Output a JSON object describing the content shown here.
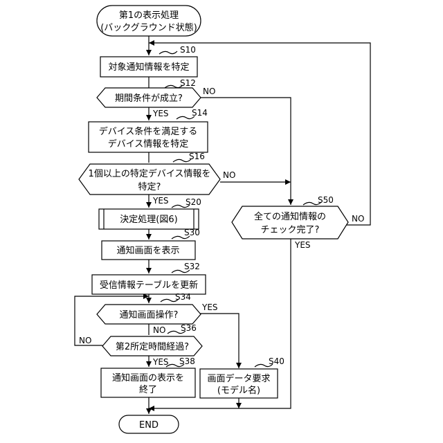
{
  "start": {
    "line1": "第1の表示処理",
    "line2": "(バックグラウンド状態)"
  },
  "steps": {
    "s10": {
      "label": "S10",
      "text": "対象通知情報を特定"
    },
    "s12": {
      "label": "S12",
      "text": "期間条件が成立?"
    },
    "s14": {
      "label": "S14",
      "line1": "デバイス条件を満足する",
      "line2": "デバイス情報を特定"
    },
    "s16": {
      "label": "S16",
      "line1": "1個以上の特定デバイス情報を",
      "line2": "特定?"
    },
    "s20": {
      "label": "S20",
      "text": "決定処理(図6)"
    },
    "s30": {
      "label": "S30",
      "text": "通知画面を表示"
    },
    "s32": {
      "label": "S32",
      "text": "受信情報テーブルを更新"
    },
    "s34": {
      "label": "S34",
      "text": "通知画面操作?"
    },
    "s36": {
      "label": "S36",
      "text": "第2所定時間経過?"
    },
    "s38": {
      "label": "S38",
      "line1": "通知画面の表示を",
      "line2": "終了"
    },
    "s40": {
      "label": "S40",
      "line1": "画面データ要求",
      "line2": "(モデル名)"
    },
    "s50": {
      "label": "S50",
      "line1": "全ての通知情報の",
      "line2": "チェック完了?"
    }
  },
  "branches": {
    "s12_no": "NO",
    "s12_yes": "YES",
    "s16_no": "NO",
    "s16_yes": "YES",
    "s34_yes": "YES",
    "s34_no": "NO",
    "s36_no": "NO",
    "s36_yes": "YES",
    "s50_no": "NO",
    "s50_yes": "YES"
  },
  "end": {
    "text": "END"
  }
}
